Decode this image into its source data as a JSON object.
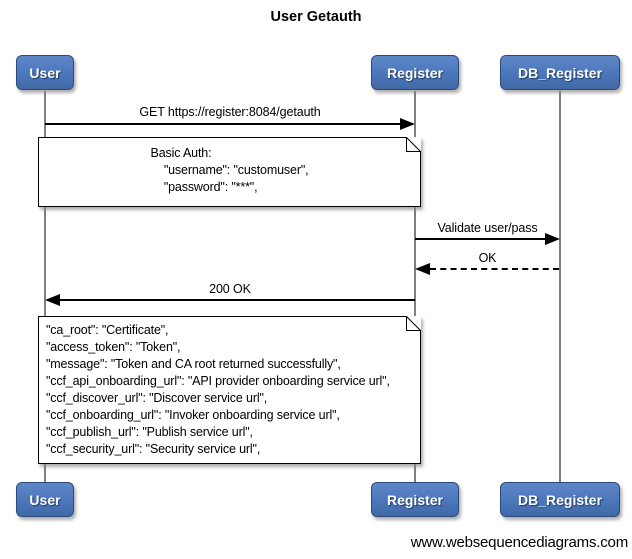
{
  "title": "User Getauth",
  "actors": [
    {
      "label": "User"
    },
    {
      "label": "Register"
    },
    {
      "label": "DB_Register"
    }
  ],
  "messages": [
    {
      "label": "GET https://register:8084/getauth",
      "from": "User",
      "to": "Register",
      "line_style": "solid"
    },
    {
      "label": "Validate user/pass",
      "from": "Register",
      "to": "DB_Register",
      "line_style": "solid"
    },
    {
      "label": "OK",
      "from": "DB_Register",
      "to": "Register",
      "line_style": "dashed"
    },
    {
      "label": "200 OK",
      "from": "Register",
      "to": "User",
      "line_style": "solid"
    }
  ],
  "notes": [
    {
      "over": "User,Register",
      "lines": [
        "Basic Auth:",
        "    \"username\": \"customuser\",",
        "    \"password\": \"***\","
      ]
    },
    {
      "over": "User,Register",
      "lines": [
        "\"ca_root\": \"Certificate\",",
        "\"access_token\": \"Token\",",
        "\"message\": \"Token and CA root returned successfully\",",
        "\"ccf_api_onboarding_url\": \"API provider onboarding service url\",",
        "\"ccf_discover_url\": \"Discover service url\",",
        "\"ccf_onboarding_url\": \"Invoker onboarding service url\",",
        "\"ccf_publish_url\": \"Publish service url\",",
        "\"ccf_security_url\": \"Security service url\","
      ]
    }
  ],
  "footer": "www.websequencediagrams.com",
  "colors": {
    "actor_fill": "#4b76bb",
    "actor_border": "#2b4a7d",
    "actor_text": "#ffffff",
    "lifeline": "#7f7f7f",
    "arrow": "#000000",
    "note_fill": "#ffffff",
    "note_border": "#000000",
    "background": "#ffffff"
  }
}
